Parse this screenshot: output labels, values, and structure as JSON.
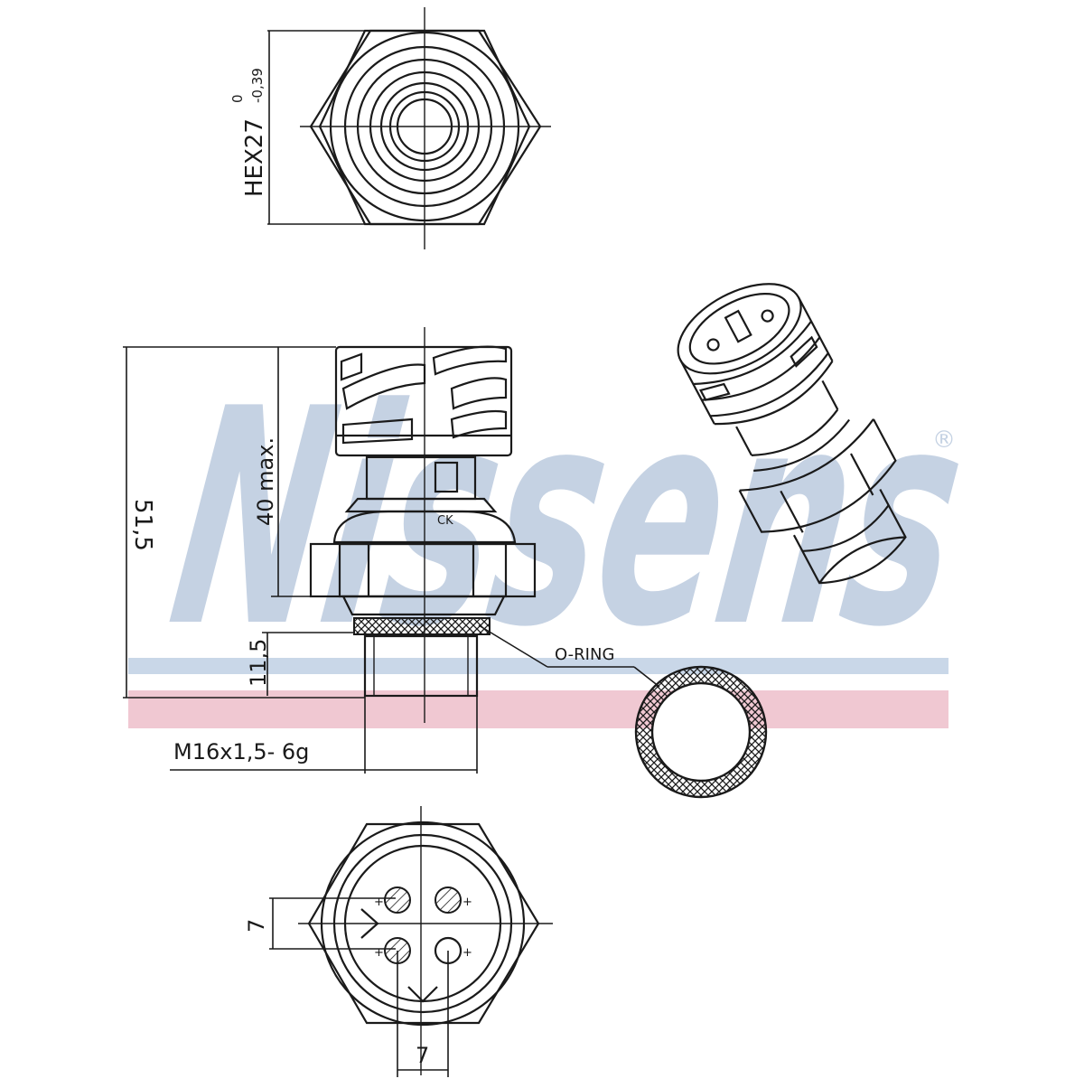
{
  "watermark": {
    "brand": "Nissens",
    "trademark": "®",
    "colors": {
      "text": "#c5d2e3",
      "blue_band": "#c9d7e8",
      "red_band": "#f0c8d2"
    }
  },
  "dimensions": {
    "hex": "HEX27",
    "hex_tolerance_upper": "0",
    "hex_tolerance_lower": "-0,39",
    "overall_length": "51,5",
    "body_length_max": "40 max.",
    "thread_length": "11,5",
    "thread_spec": "M16x1,5- 6g",
    "pin_spacing_vertical": "7",
    "pin_spacing_horizontal": "7"
  },
  "labels": {
    "o_ring": "O-RING"
  },
  "colors": {
    "line": "#1a1a1a",
    "background": "#ffffff"
  }
}
